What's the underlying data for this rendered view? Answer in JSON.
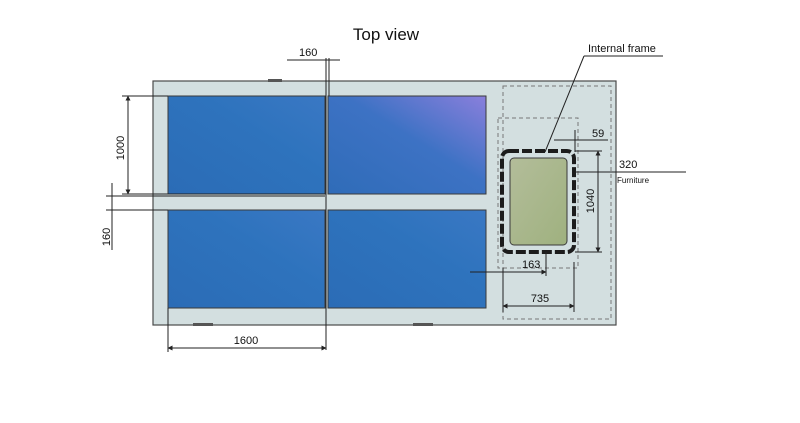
{
  "title": "Top view",
  "labels": {
    "internal_frame": "Internal frame",
    "furniture": "Furniture"
  },
  "dimensions": {
    "panel_gap_top": "160",
    "panel_height": "1000",
    "panel_gap_left": "160",
    "panel_width": "1600",
    "offset_59": "59",
    "furniture_320": "320",
    "frame_height": "1040",
    "offset_163": "163",
    "frame_width": "735"
  },
  "colors": {
    "base_plate": "#d3dfe0",
    "base_outline": "#4a4a4a",
    "panel_blue": "#2a6fb8",
    "panel_purple": "#7e80d8",
    "frame_fill": "#a8b68c",
    "frame_border": "#1c1c1c"
  }
}
